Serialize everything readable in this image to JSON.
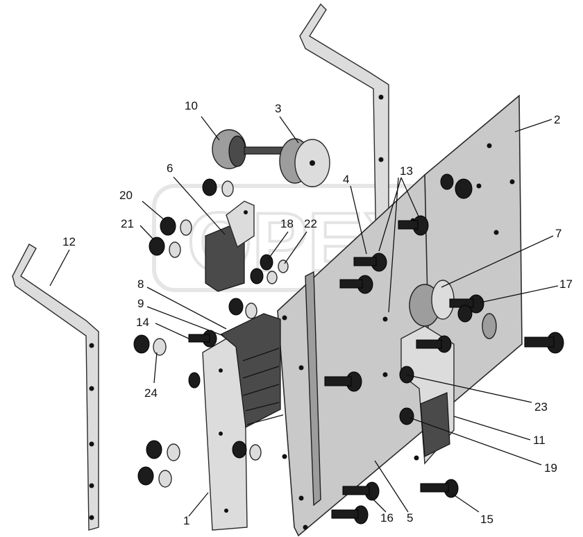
{
  "watermark": {
    "text": "OPEX"
  },
  "callouts": [
    {
      "id": "1",
      "text": "1"
    },
    {
      "id": "2",
      "text": "2"
    },
    {
      "id": "3",
      "text": "3"
    },
    {
      "id": "4",
      "text": "4"
    },
    {
      "id": "5",
      "text": "5"
    },
    {
      "id": "6",
      "text": "6"
    },
    {
      "id": "7",
      "text": "7"
    },
    {
      "id": "8",
      "text": "8"
    },
    {
      "id": "9",
      "text": "9"
    },
    {
      "id": "10",
      "text": "10"
    },
    {
      "id": "11",
      "text": "11"
    },
    {
      "id": "12",
      "text": "12"
    },
    {
      "id": "13",
      "text": "13"
    },
    {
      "id": "14",
      "text": "14"
    },
    {
      "id": "15",
      "text": "15"
    },
    {
      "id": "16",
      "text": "16"
    },
    {
      "id": "17",
      "text": "17"
    },
    {
      "id": "18",
      "text": "18"
    },
    {
      "id": "19",
      "text": "19"
    },
    {
      "id": "20",
      "text": "20"
    },
    {
      "id": "21",
      "text": "21"
    },
    {
      "id": "22",
      "text": "22"
    },
    {
      "id": "23",
      "text": "23"
    },
    {
      "id": "24",
      "text": "24"
    }
  ]
}
